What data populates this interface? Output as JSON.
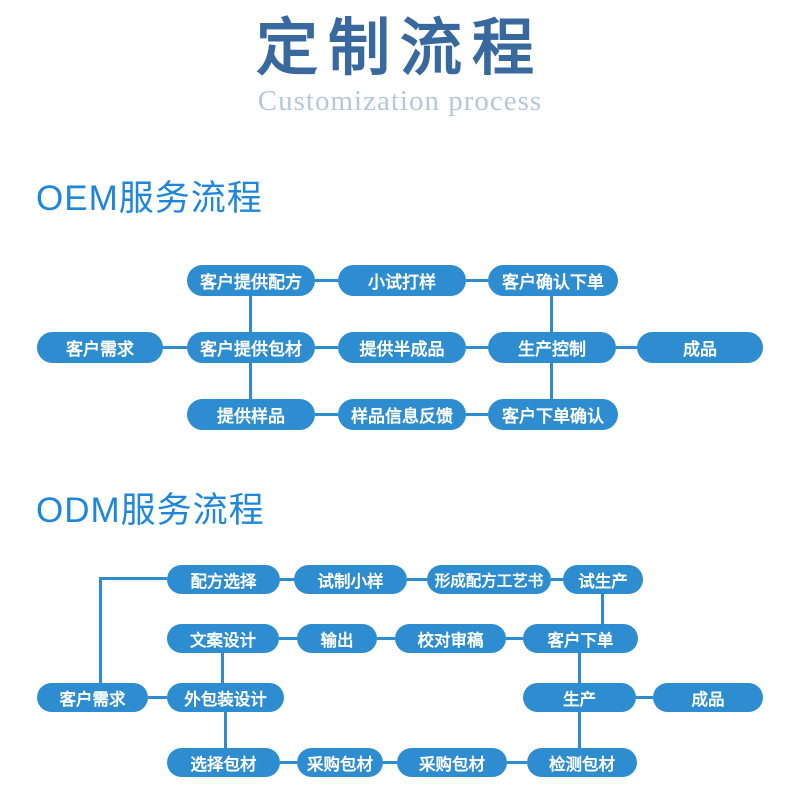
{
  "header": {
    "title": "定制流程",
    "subtitle": "Customization process"
  },
  "colors": {
    "node_blue": "#2E8DD1",
    "heading_blue": "#1E86DC",
    "title_blue": "#39689E",
    "subtitle_blue": "#B5C8DA"
  },
  "oem": {
    "heading": "OEM服务流程",
    "row1": [
      "客户提供配方",
      "小试打样",
      "客户确认下单"
    ],
    "row2": [
      "客户需求",
      "客户提供包材",
      "提供半成品",
      "生产控制",
      "成品"
    ],
    "row3": [
      "提供样品",
      "样品信息反馈",
      "客户下单确认"
    ]
  },
  "odm": {
    "heading": "ODM服务流程",
    "row1": [
      "配方选择",
      "试制小样",
      "形成配方工艺书",
      "试生产"
    ],
    "row2": [
      "文案设计",
      "输出",
      "校对审稿",
      "客户下单"
    ],
    "row3": [
      "客户需求",
      "外包装设计",
      "生产",
      "成品"
    ],
    "row4": [
      "选择包材",
      "采购包材",
      "采购包材",
      "检测包材"
    ]
  }
}
